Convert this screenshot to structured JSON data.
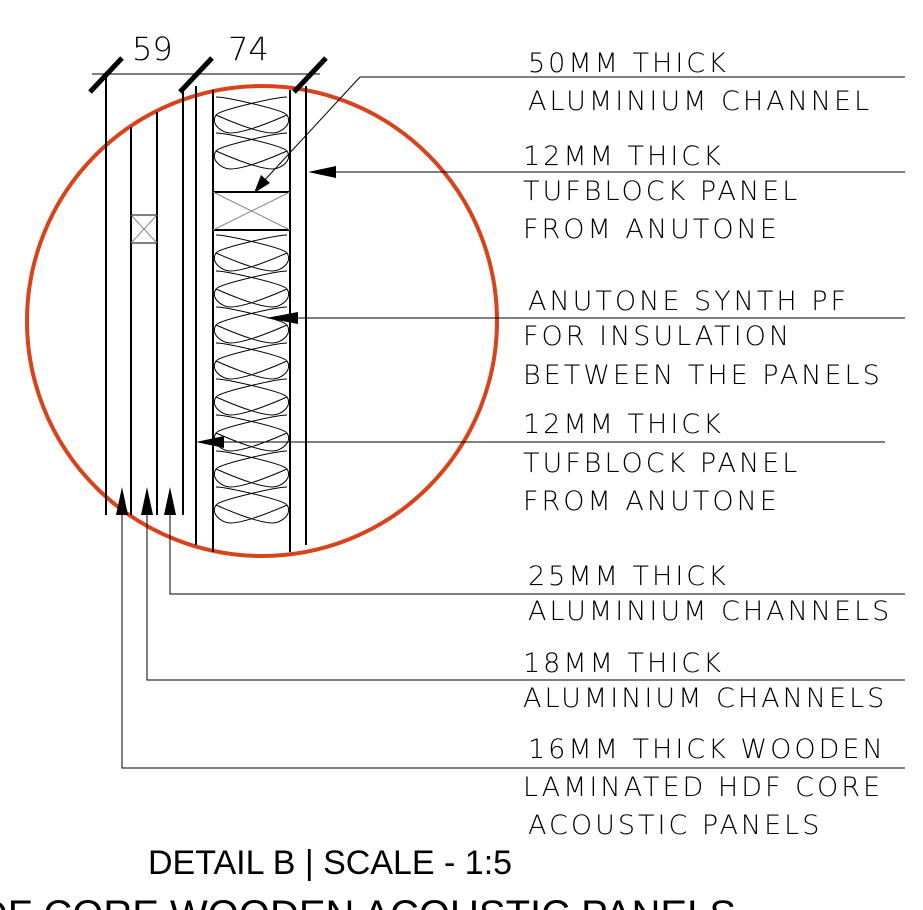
{
  "dimensions": [
    "59",
    "74"
  ],
  "labels": {
    "channel_50": [
      "50MM THICK",
      "ALUMINIUM CHANNEL"
    ],
    "tufblock_outer": [
      "12MM THICK",
      "TUFBLOCK PANEL",
      "FROM ANUTONE"
    ],
    "insulation": [
      "ANUTONE SYNTH PF",
      "FOR INSULATION",
      "BETWEEN THE PANELS"
    ],
    "tufblock_inner": [
      "12MM THICK",
      "TUFBLOCK PANEL",
      "FROM ANUTONE"
    ],
    "channel_25": [
      "25MM THICK",
      "ALUMINIUM CHANNELS"
    ],
    "channel_18": [
      "18MM THICK",
      "ALUMINIUM CHANNELS"
    ],
    "wooden_panel": [
      "16MM THICK WOODEN",
      "LAMINATED HDF CORE",
      "ACOUSTIC PANELS"
    ]
  },
  "title": "DETAIL B | SCALE - 1:5",
  "subtitle": "HDF CORE WOODEN ACOUSTIC PANELS",
  "colors": {
    "circle": "#d9431c",
    "lines": "#000000"
  }
}
